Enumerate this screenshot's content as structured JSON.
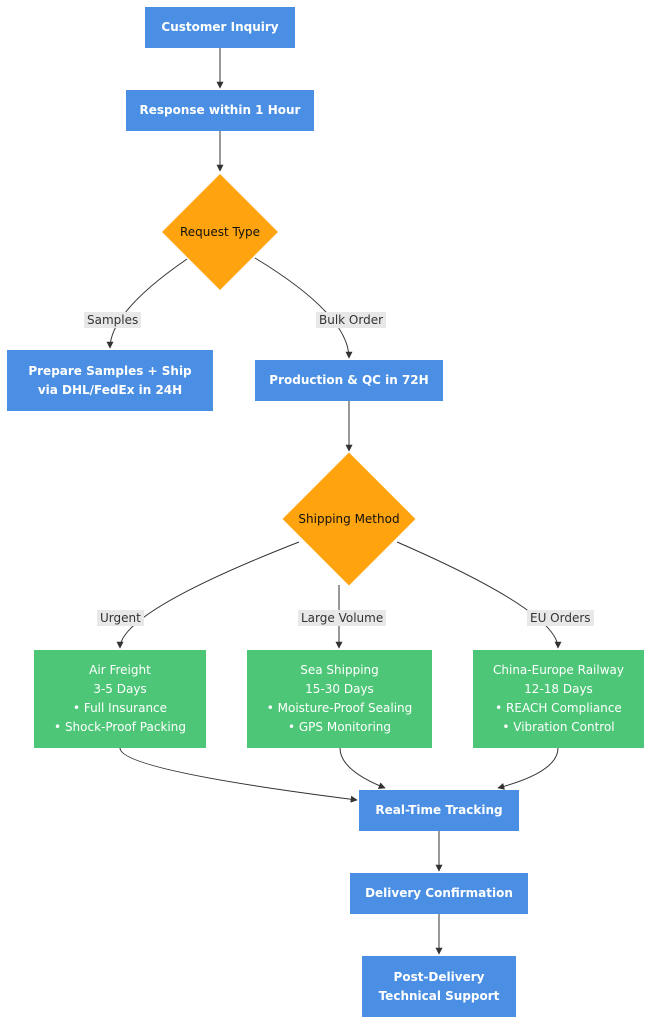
{
  "nodes": {
    "customer_inquiry": "Customer Inquiry",
    "response": "Response within 1 Hour",
    "request_type": "Request Type",
    "samples_node": "Prepare Samples + Ship\nvia DHL/FedEx in 24H",
    "production": "Production & QC in 72H",
    "shipping_method": "Shipping Method",
    "air_freight": "Air Freight\n3-5 Days\n• Full Insurance\n• Shock-Proof Packing",
    "sea_shipping": "Sea Shipping\n15-30 Days\n• Moisture-Proof Sealing\n• GPS Monitoring",
    "railway": "China-Europe Railway\n12-18 Days\n• REACH Compliance\n• Vibration Control",
    "tracking": "Real-Time Tracking",
    "delivery": "Delivery Confirmation",
    "support": "Post-Delivery\nTechnical Support"
  },
  "edge_labels": {
    "samples": "Samples",
    "bulk_order": "Bulk Order",
    "urgent": "Urgent",
    "large_volume": "Large Volume",
    "eu_orders": "EU Orders"
  },
  "colors": {
    "process": "#4a8fe3",
    "decision": "#ffa30f",
    "shipping_option": "#4dc777",
    "edge": "#333333",
    "edge_label_bg": "#e8e8e8"
  }
}
